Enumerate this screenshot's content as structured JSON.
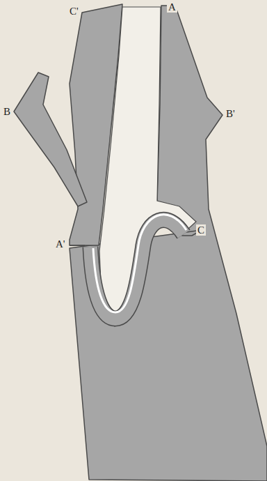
{
  "diagram": {
    "labels": [
      "C'",
      "A",
      "B",
      "B'",
      "A'",
      "C"
    ]
  }
}
